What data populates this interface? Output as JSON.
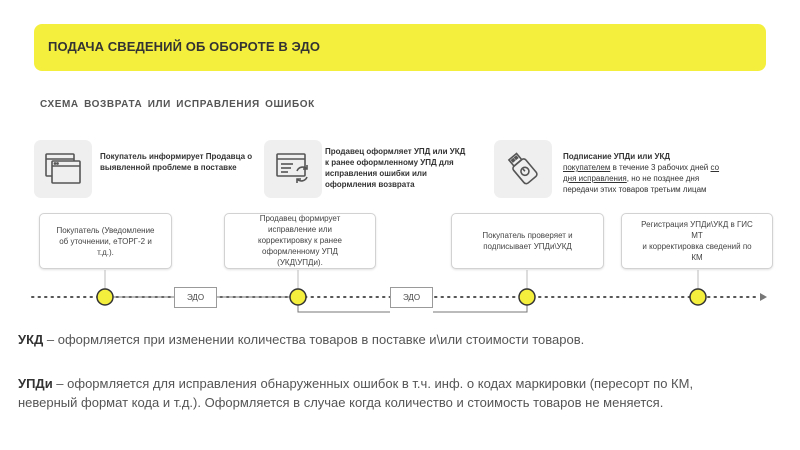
{
  "header": {
    "title": "ПОДАЧА СВЕДЕНИЙ ОБ ОБОРОТЕ В ЭДО",
    "subtitle": "СХЕМА  ВОЗВРАТА  ИЛИ  ИСПРАВЛЕНИЯ  ОШИБОК"
  },
  "steps_top": [
    {
      "icon": "browser-window-icon",
      "line1": "Покупатель информирует Продавца о",
      "line2": "выявленной проблеме  в поставке"
    },
    {
      "icon": "document-sync-icon",
      "line1": "Продавец оформляет УПД или УКД",
      "line2": "к ранее оформленному УПД для",
      "line3": "исправления ошибки или",
      "line4": "оформления возврата"
    },
    {
      "icon": "usb-key-icon",
      "line1": "Подписание УПДи или УКД",
      "line2_u": "покупателем",
      "line2_rest": " в течение 3 рабочих дней ",
      "line2_u2": "со",
      "line3_u": "дня исправления",
      "line3_rest": ", но  не позднее  дня",
      "line4": "передачи этих товаров третьим лицам"
    }
  ],
  "cards": [
    {
      "line1": "Покупатель (Уведомление",
      "line2": "об уточнении, еТОРГ-2 и",
      "line3": "т.д.)."
    },
    {
      "line1": "Продавец формирует",
      "line2": "исправление  или",
      "line3": "корректировку к ранее",
      "line4": "оформленному  УПД",
      "line5": "(УКД\\УПДи)."
    },
    {
      "line1": "Покупатель проверяет и",
      "line2": "подписывает УПДи\\УКД"
    },
    {
      "line1": "Регистрация  УПДи\\УКД   в ГИС",
      "line2": "МТ",
      "line3": "и корректировка сведений по",
      "line4": "КМ"
    }
  ],
  "timeline": {
    "edo_label_1": "ЭДО",
    "edo_label_2": "ЭДО",
    "node_color": "#f4ef3d",
    "node_stroke": "#333333"
  },
  "notes": {
    "ukd_term": "УКД",
    "ukd_text": " – оформляется при изменении количества товаров в поставке и\\или стоимости товаров.",
    "updi_term": "УПДи",
    "updi_text": " – оформляется для исправления обнаруженных ошибок в т.ч. инф. о кодах маркировки (пересорт по КМ,",
    "updi_text2": "неверный формат кода и т.д.). Оформляется в случае когда количество и стоимость товаров не меняется."
  }
}
